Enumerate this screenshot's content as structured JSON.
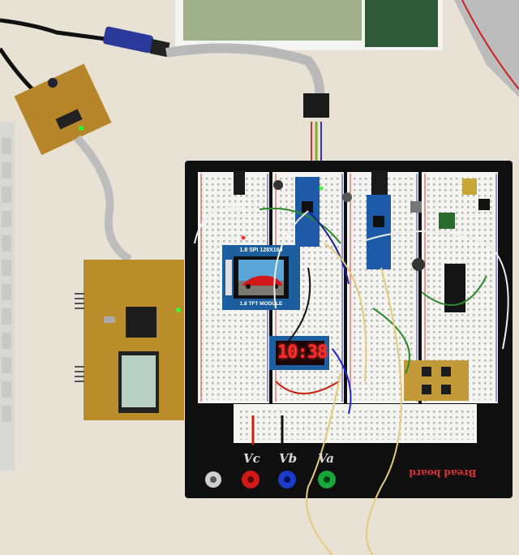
{
  "tft_module": {
    "top_label": "1.8 SPI 128X160",
    "bottom_label": "1.8 TFT MODULE"
  },
  "seven_segment": {
    "display": "10:38"
  },
  "power_terminals": {
    "labels": [
      "Vc",
      "Vb",
      "Va"
    ]
  },
  "breadboard_brand": {
    "text": "Bread board"
  },
  "colors": {
    "desk": "#e9e3d6",
    "board_base": "#0f0f10",
    "breadboard": "#f4f4f0",
    "pcb": "#b88d2a",
    "tft_pcb": "#1d5f9e",
    "seg_red": "#ff2a2a"
  }
}
